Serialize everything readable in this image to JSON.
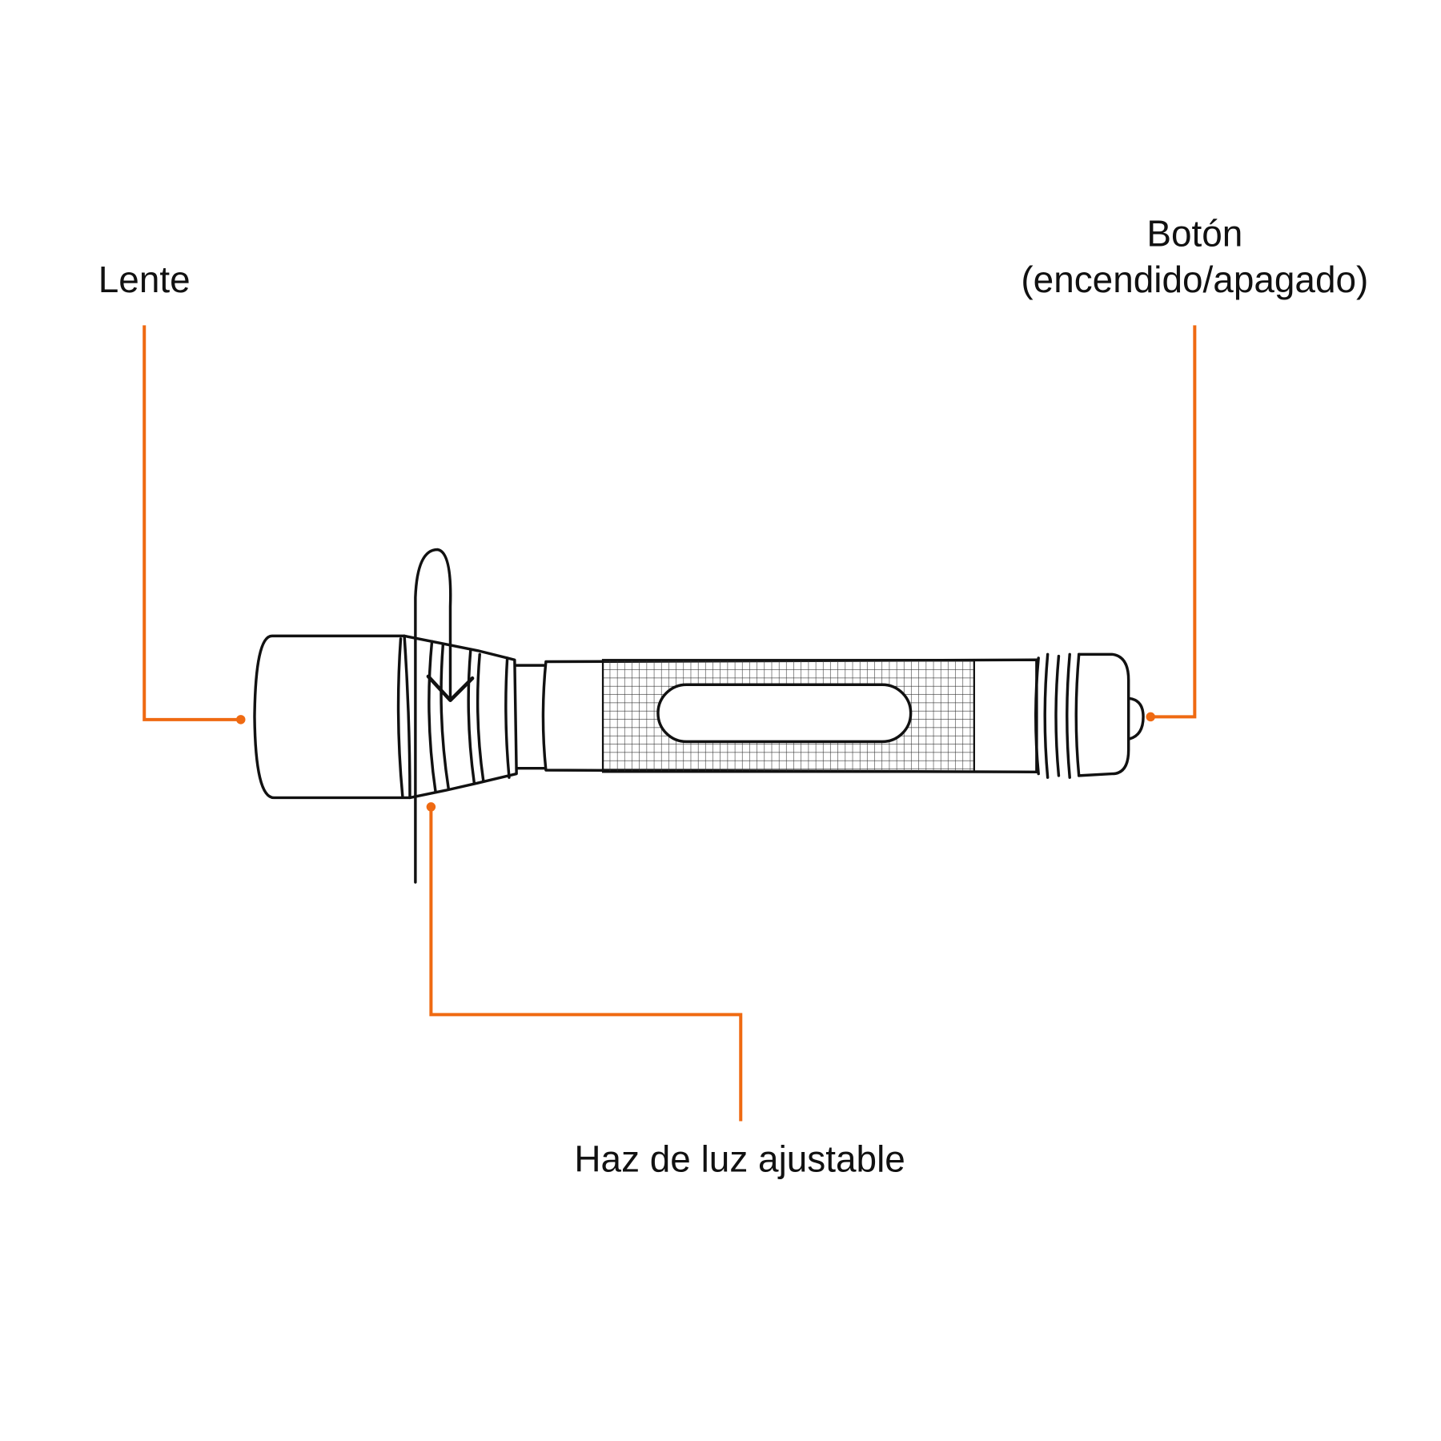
{
  "labels": {
    "lens": "Lente",
    "button_line1": "Botón",
    "button_line2": "(encendido/apagado)",
    "beam": "Haz de luz ajustable"
  },
  "colors": {
    "leader": "#ef6a12",
    "ink": "#111111",
    "background": "#ffffff"
  }
}
